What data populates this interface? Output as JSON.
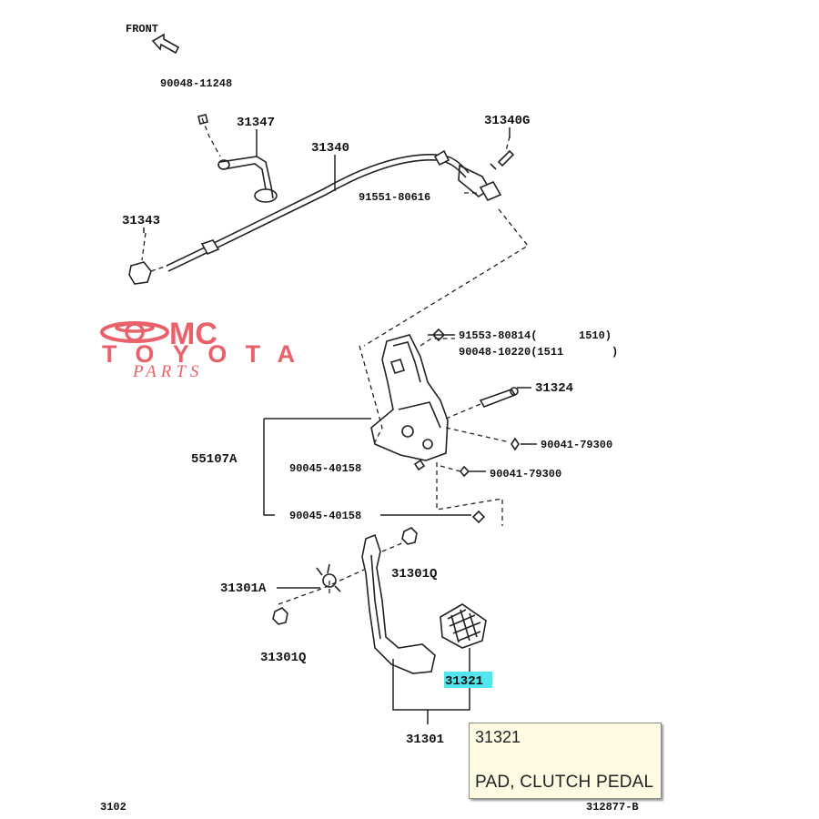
{
  "front_label": "FRONT",
  "watermark": {
    "line1": "MC",
    "line2": "TOYOTA",
    "line3": "PARTS",
    "color": "#e8616b"
  },
  "highlight_color": "#54e6ee",
  "callouts": {
    "p90048_11248": "90048-11248",
    "p31347": "31347",
    "p31340": "31340",
    "p31340g": "31340G",
    "p91551_80616": "91551-80616",
    "p31343": "31343",
    "p91553_80814": "91553-80814(",
    "p91553_suffix": "1510)",
    "p90048_10220": "90048-10220(1511",
    "p90048_suffix": ")",
    "p31324": "31324",
    "p90041_79300_a": "90041-79300",
    "p55107a": "55107A",
    "p90045_40158_a": "90045-40158",
    "p90041_79300_b": "90041-79300",
    "p90045_40158_b": "90045-40158",
    "p31301a": "31301A",
    "p31301q_a": "31301Q",
    "p31301q_b": "31301Q",
    "p31321": "31321",
    "p31301": "31301"
  },
  "corner": {
    "left": "3102",
    "right": "312877-B"
  },
  "tooltip": {
    "part_number": "31321",
    "description": "PAD, CLUTCH PEDAL"
  }
}
